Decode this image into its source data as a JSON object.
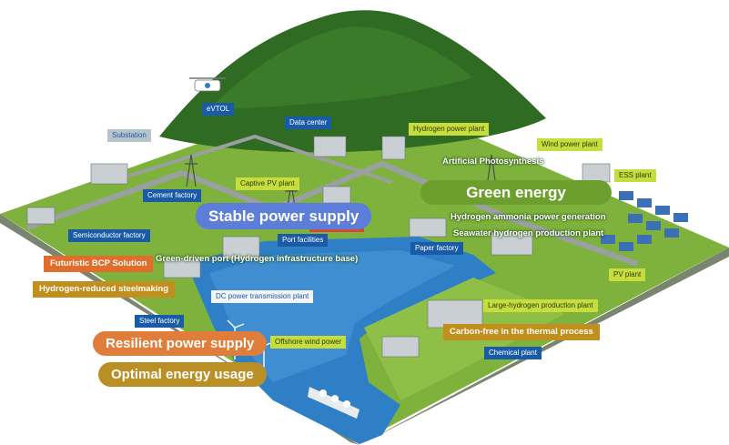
{
  "labels": {
    "evtol": "eVTOL",
    "data_center": "Data center",
    "hydrogen_power_plant": "Hydrogen power plant",
    "wind_power_plant": "Wind power plant",
    "substation": "Substation",
    "artificial_photosynthesis": "Artificial Photosynthesis",
    "ess_plant": "ESS plant",
    "captive_pv_plant": "Captive PV plant",
    "cement_factory": "Cement factory",
    "hydrogen_ammonia": "Hydrogen ammonia power generation",
    "seawater_hydrogen": "Seawater hydrogen production plant",
    "semiconductor_factory": "Semiconductor factory",
    "port_facilities": "Port facilities",
    "paper_factory": "Paper factory",
    "futuristic_bcp": "Futuristic BCP Solution",
    "green_driven_port": "Green-driven port (Hydrogen infrastructure base)",
    "pv_plant": "PV plant",
    "hydrogen_reduced_steel": "Hydrogen-reduced steelmaking",
    "dc_transmission": "DC power transmission plant",
    "large_hydrogen": "Large-hydrogen production plant",
    "steel_factory": "Steel factory",
    "carbon_free_thermal": "Carbon-free in the thermal process",
    "offshore_wind": "Offshore wind power",
    "chemical_plant": "Chemical plant"
  },
  "banners": {
    "stable_power": "Stable power supply",
    "green_energy": "Green energy",
    "resilient_power": "Resilient power supply",
    "optimal_energy": "Optimal energy usage"
  },
  "colors": {
    "land": "#7fb23d",
    "land_edge": "#5c8d2a",
    "mountain": "#2f6b22",
    "water": "#2f7fc6",
    "label_blue": "#1a5ba8",
    "label_lime": "#c6dd3c",
    "banner_blue": "#5c7ed8",
    "banner_green": "#6c9f2e",
    "banner_orange": "#e07d3a",
    "banner_gold": "#ba8f25"
  },
  "icons": [
    "drone-icon",
    "ship-icon",
    "wind-turbine-icon",
    "solar-panel-icon",
    "pylon-icon"
  ]
}
